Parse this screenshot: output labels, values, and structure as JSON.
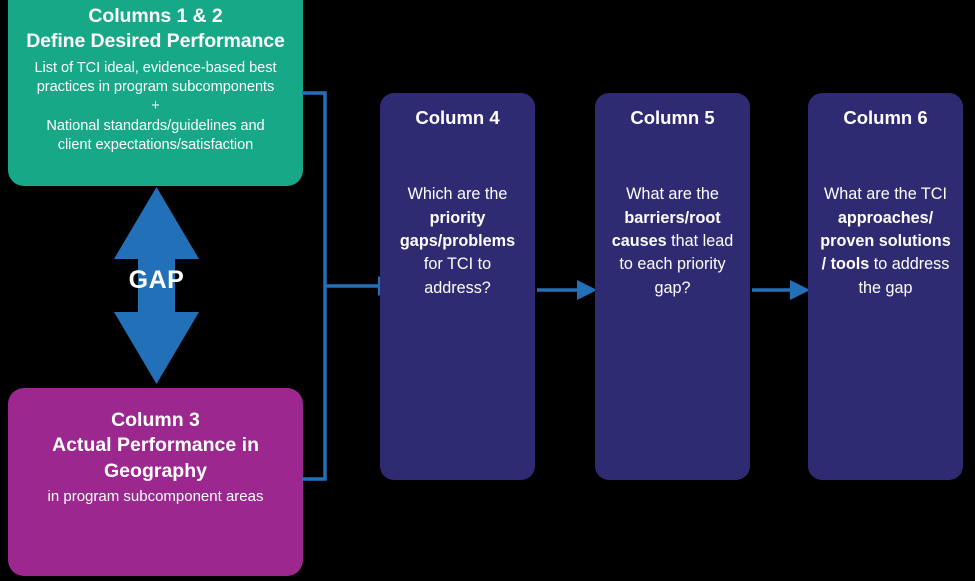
{
  "diagram": {
    "background_color": "#000000",
    "accent_color": "#2271b8"
  },
  "desired": {
    "title_line1": "Columns 1 & 2",
    "title_line2": "Define Desired Performance",
    "body_line1": "List of TCI ideal, evidence-based best",
    "body_line2": "practices in program subcomponents",
    "body_line3": "+",
    "body_line4": "National standards/guidelines and",
    "body_line5": "client expectations/satisfaction",
    "color": "#17a887"
  },
  "gap": {
    "label": "GAP",
    "icon": "double-headed-vertical-arrow",
    "color": "#2271b8"
  },
  "actual": {
    "title_line1": "Column 3",
    "title_line2": "Actual Performance in",
    "title_line3": "Geography",
    "body_line1": "in program subcomponent areas",
    "color": "#9c278f"
  },
  "columns": [
    {
      "id": "column-4",
      "title": "Column 4",
      "body_plain_1": "Which are the ",
      "body_bold_1": "priority gaps",
      "body_bold_2": "/problems",
      "body_plain_2": " for TCI to address?",
      "color": "#2e2b73"
    },
    {
      "id": "column-5",
      "title": "Column 5",
      "body_plain_1": "What are the ",
      "body_bold_1": "barriers/root causes",
      "body_plain_2": " that lead to each priority gap?",
      "color": "#2e2b73"
    },
    {
      "id": "column-6",
      "title": "Column 6",
      "body_plain_1": "What are the TCI ",
      "body_bold_1": "approaches/ proven solutions / tools",
      "body_plain_2": " to address the gap",
      "color": "#2e2b73"
    }
  ],
  "connectors": {
    "bracket_name": "gap-to-column4-bracket",
    "arrow_4_5": "column4-to-column5-arrow",
    "arrow_5_6": "column5-to-column6-arrow"
  }
}
